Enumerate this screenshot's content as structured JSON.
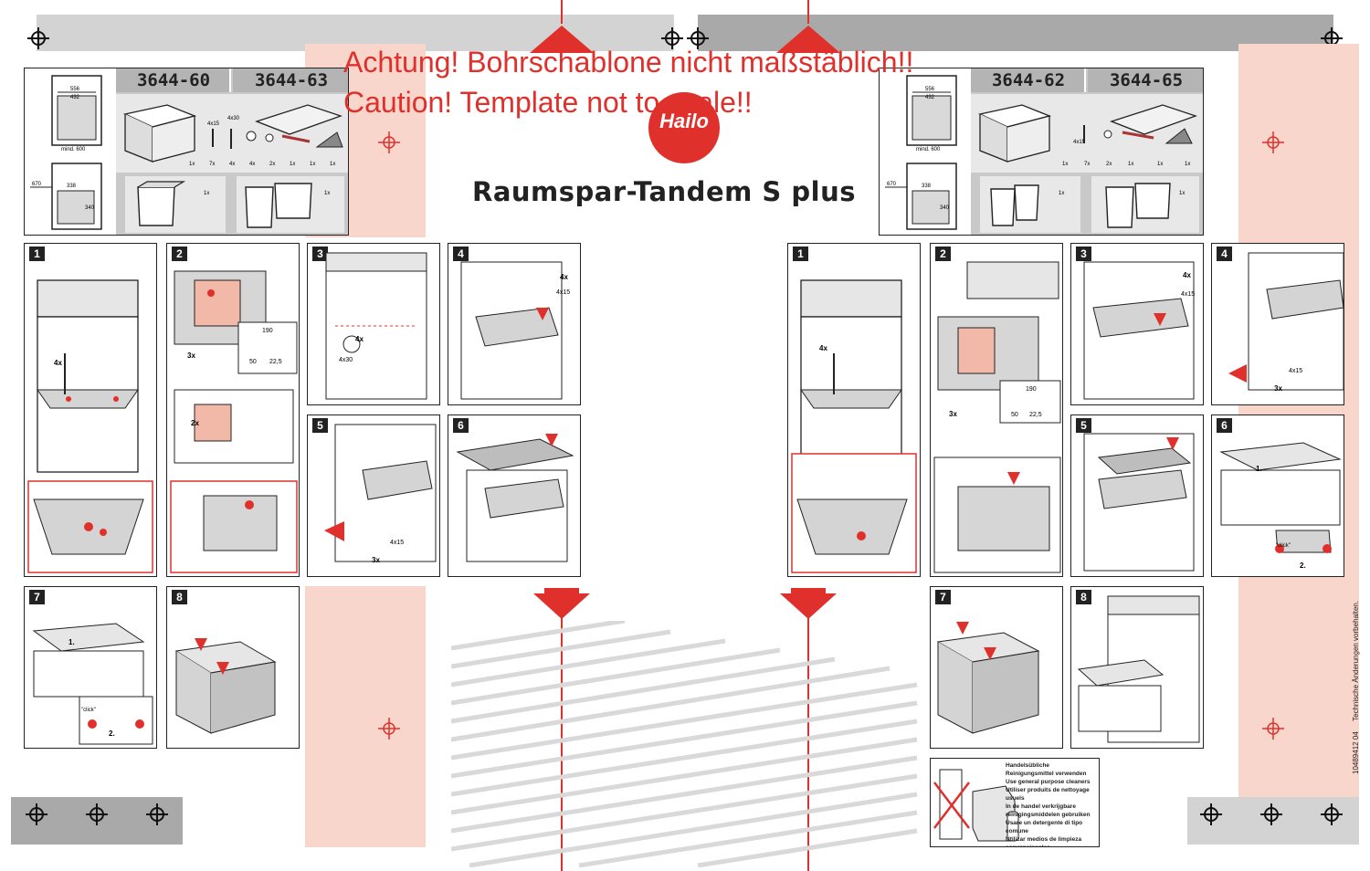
{
  "warning": {
    "line1": "Achtung! Bohrschablone nicht maßstäblich!!",
    "line2": "Caution! Template not to scale!!"
  },
  "brand": {
    "logo_text": "Hailo"
  },
  "product": {
    "title": "Raumspar-Tandem S plus"
  },
  "part_numbers": {
    "left_a": "3644-60",
    "left_b": "3644-63",
    "right_a": "3644-62",
    "right_b": "3644-65"
  },
  "dimensions": {
    "left": {
      "w1": "556",
      "w2": "432",
      "min": "mind. 600",
      "d1": "670",
      "d2": "338",
      "h": "340"
    },
    "right": {
      "w1": "556",
      "w2": "432",
      "min": "mind. 600",
      "d1": "670",
      "d2": "338",
      "h": "340"
    }
  },
  "hardware_left": {
    "screw1": "4x15",
    "screw2": "4x30",
    "qty": [
      "1x",
      "7x",
      "4x",
      "4x",
      "2x",
      "1x",
      "1x",
      "1x"
    ],
    "bin_qty": [
      "1x",
      "1x"
    ]
  },
  "hardware_right": {
    "screw1": "4x15",
    "qty": [
      "1x",
      "7x",
      "2x",
      "1x",
      "1x",
      "1x"
    ],
    "bin_qty": [
      "1x",
      "1x"
    ]
  },
  "steps_left": [
    "1",
    "2",
    "3",
    "4",
    "5",
    "6",
    "7",
    "8"
  ],
  "steps_right": [
    "1",
    "2",
    "3",
    "4",
    "5",
    "6",
    "7",
    "8"
  ],
  "annotations": {
    "qty_4x": "4x",
    "qty_3x": "3x",
    "qty_2x": "2x",
    "screw_4x15": "4x15",
    "screw_4x30": "4x30",
    "dim_190": "190",
    "dim_50": "50",
    "dim_22_5": "22,5",
    "click": "\"click\"",
    "one": "1.",
    "two": "2."
  },
  "cleaning": {
    "lines": [
      "Handelsübliche Reinigungsmittel verwenden",
      "Use general purpose cleaners",
      "Utiliser produits de nettoyage usuels",
      "In de handel verkrijgbare reinigingsmiddelen gebruiken",
      "Usare un detergente di tipo comune",
      "Utilizar medios de limpieza convencionales"
    ]
  },
  "footer": {
    "code": "10489412 04",
    "note": "Technische Änderungen vorbehalten."
  },
  "colors": {
    "accent_red": "#e0302c",
    "pink_strip": "#f9d6cc",
    "gray_light": "#d3d3d3",
    "gray_dark": "#a9a9a9"
  }
}
